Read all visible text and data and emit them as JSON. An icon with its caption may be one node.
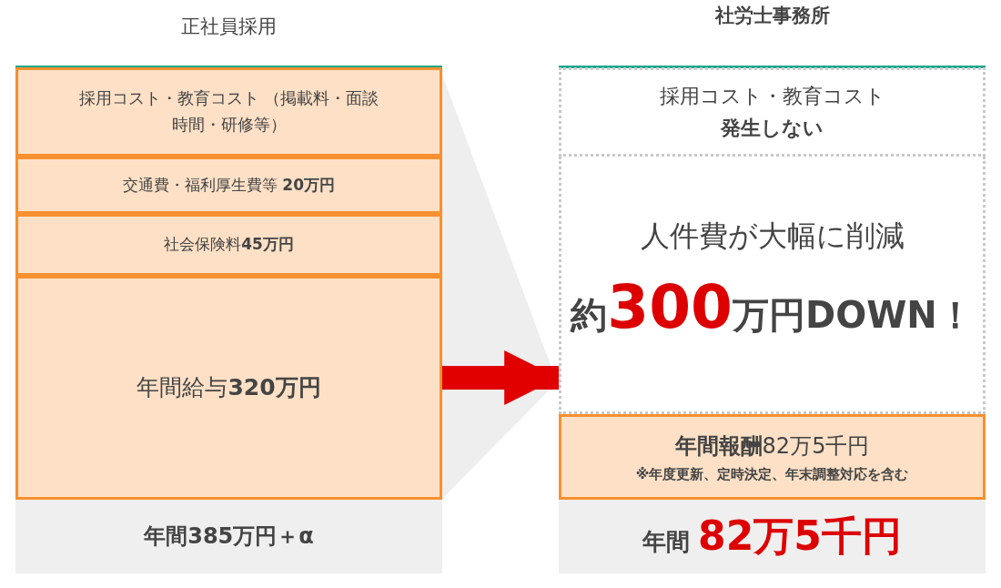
{
  "diagram": {
    "nodes": [
      {
        "text": [
          "正社員採用"
        ]
      },
      {
        "text": [
          "採用コスト・教育コスト （掲載料・面談時間・研修等）"
        ],
        "in": 0
      },
      {
        "text": [
          "交通費・福利厚生費等 **20万円**"
        ],
        "in": 0
      },
      {
        "text": [
          "社会保険料**45万円**"
        ],
        "in": 0
      },
      {
        "text": [
          "年間給与**320万円**"
        ],
        "in": 0
      },
      {
        "text": [
          "年間385万円＋α"
        ]
      },
      {
        "text": [
          "社労士事務所"
        ]
      },
      {
        "text": [
          "採用コスト・教育コスト",
          "発生しない"
        ],
        "in": 6
      },
      {
        "text": [
          "人件費が大幅に削減",
          "約**300**万円DOWN！"
        ],
        "in": 6
      },
      {
        "text": [
          "**年間報酬**82万5千円",
          "※年度更新、定時決定、年末調整対応を含む"
        ],
        "in": 6
      },
      {
        "text": [
          "年間 **82万5千円**"
        ]
      }
    ],
    "edges": [
      {
        "from": 0,
        "to": 6,
        "arrow": "to",
        "color": "#e00000"
      }
    ]
  }
}
